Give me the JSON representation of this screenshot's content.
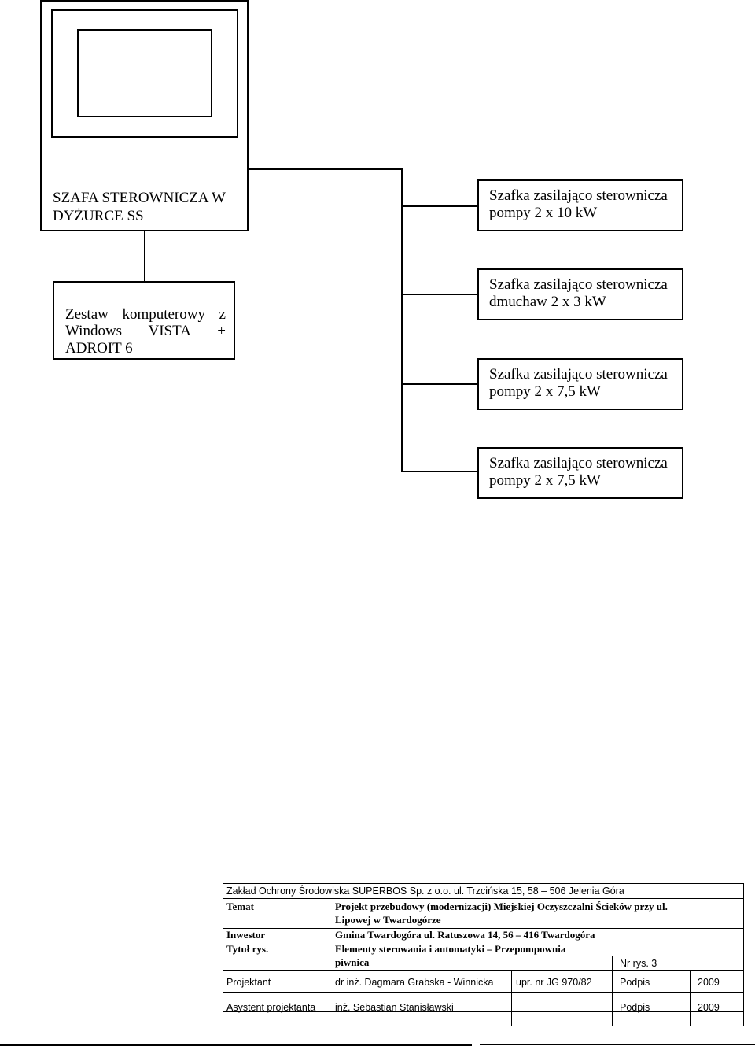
{
  "diagram": {
    "main_cabinet": {
      "line1": "SZAFA STEROWNICZA W",
      "line2": "DYŻURCE SS"
    },
    "computer": {
      "line1_a": "Zestaw",
      "line1_b": "komputerowy",
      "line1_c": "z",
      "line2_a": "Windows",
      "line2_b": "VISTA",
      "line2_c": "+",
      "line3": "ADROIT 6"
    },
    "cabinets": [
      {
        "line1": "Szafka zasilająco sterownicza",
        "line2": "pompy 2 x 10 kW"
      },
      {
        "line1": "Szafka zasilająco sterownicza",
        "line2": "dmuchaw 2 x 3 kW"
      },
      {
        "line1": "Szafka zasilająco sterownicza",
        "line2": "pompy 2 x 7,5 kW"
      },
      {
        "line1": "Szafka zasilająco sterownicza",
        "line2": "pompy 2 x 7,5 kW"
      }
    ]
  },
  "title_block": {
    "company": "Zakład Ochrony Środowiska SUPERBOS Sp. z o.o. ul. Trzcińska 15, 58 – 506 Jelenia Góra",
    "temat_label": "Temat",
    "temat_line1": "Projekt przebudowy (modernizacji) Miejskiej Oczyszczalni Ścieków przy ul.",
    "temat_line2": "Lipowej w Twardogórze",
    "inwestor_label": "Inwestor",
    "inwestor_value": "Gmina Twardogóra ul. Ratuszowa 14, 56 – 416 Twardogóra",
    "tytul_label": "Tytuł rys.",
    "tytul_line1": "Elementy sterowania i automatyki – Przepompownia",
    "tytul_line2": "piwnica",
    "nr_rys": "Nr rys. 3",
    "projektant_label": "Projektant",
    "projektant_name": "dr inż. Dagmara Grabska - Winnicka",
    "projektant_upr": "upr. nr JG 970/82",
    "podpis_label_1": "Podpis",
    "year_1": "2009",
    "asystent_label": "Asystent projektanta",
    "asystent_name": "inż. Sebastian Stanisławski",
    "podpis_label_2": "Podpis",
    "year_2": "2009"
  }
}
